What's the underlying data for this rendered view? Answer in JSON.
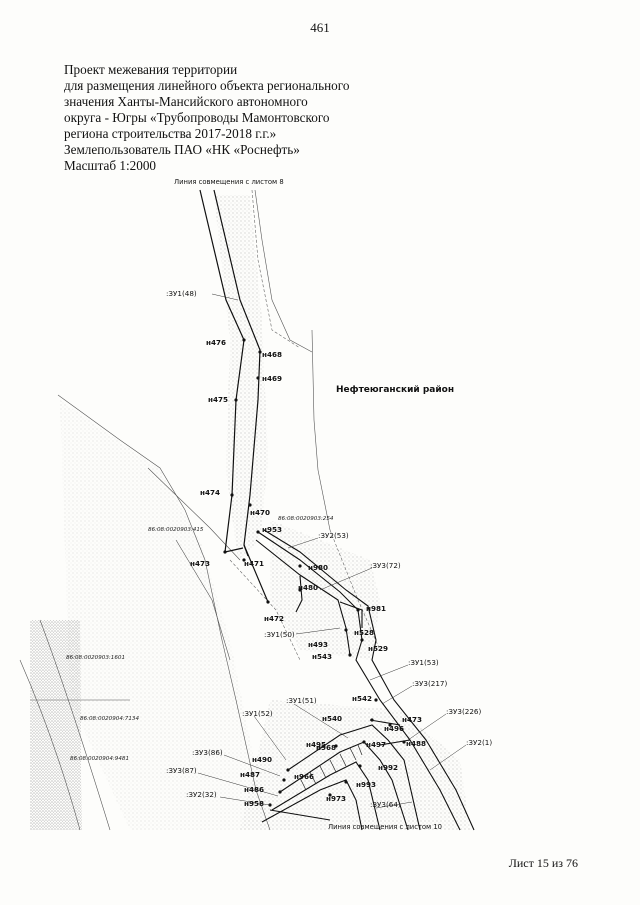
{
  "page_number": "461",
  "title_lines": [
    "Проект межевания территории",
    "для размещения линейного объекта регионального",
    "значения Ханты-Мансийского автономного",
    "округа - Югры «Трубопроводы Мамонтовского",
    "региона строительства 2017-2018 г.г.»",
    "Землепользователь ПАО «НК «Роснефть»",
    "Масштаб 1:2000"
  ],
  "map": {
    "match_line_top": "Линия совмещения с листом 8",
    "match_line_bottom": "Линия совмещения с листом 10",
    "district": "Нефтеюганский район",
    "cadastral": {
      "c415": "86:08:0020903:415",
      "c254": "86:08:0020903:254",
      "c1601": "86:08:0020903:1601",
      "c7134": "86:08:0020904:7134",
      "c9481": "86:08:0020904:9481"
    },
    "plots": {
      "zu1_48": ":ЗУ1(48)",
      "zu2_53": ":ЗУ2(53)",
      "zu3_72": ":ЗУ3(72)",
      "zu1_50": ":ЗУ1(50)",
      "zu1_53": ":ЗУ1(53)",
      "zu3_217": ":ЗУ3(217)",
      "zu1_51": ":ЗУ1(51)",
      "zu1_52": ":ЗУ1(52)",
      "zu3_226": ":ЗУ3(226)",
      "zu2_1": ":ЗУ2(1)",
      "zu3_86": ":ЗУ3(86)",
      "zu3_87": ":ЗУ3(87)",
      "zu2_32": ":ЗУ2(32)",
      "zu3_64": ":ЗУ3(64)"
    },
    "points": {
      "n476": "н476",
      "n468": "н468",
      "n469": "н469",
      "n475": "н475",
      "n474": "н474",
      "n470": "н470",
      "n953": "н953",
      "n473a": "н473",
      "n471": "н471",
      "n980": "н980",
      "n480": "н480",
      "n472": "н472",
      "n981": "н981",
      "n528": "н528",
      "n493": "н493",
      "n529": "н529",
      "n543": "н543",
      "n542": "н542",
      "n540": "н540",
      "n496": "н496",
      "n473b": "н473",
      "n488": "н488",
      "n497": "н497",
      "n495": "н495",
      "n968": "н968",
      "n490": "н490",
      "n992": "н992",
      "n487": "н487",
      "n966": "н966",
      "n486": "н486",
      "n993": "н993",
      "n973": "н973",
      "n958": "н958"
    }
  },
  "sheet_info": "Лист 15 из 76"
}
